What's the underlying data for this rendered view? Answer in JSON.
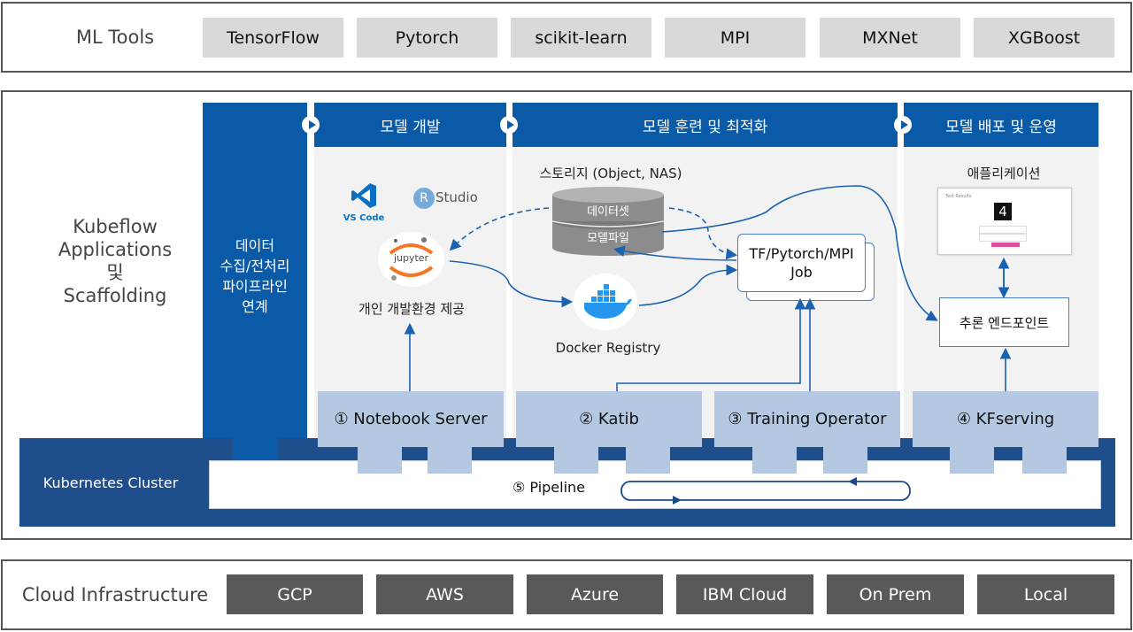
{
  "ml_tools": {
    "label": "ML Tools",
    "items": [
      "TensorFlow",
      "Pytorch",
      "scikit-learn",
      "MPI",
      "MXNet",
      "XGBoost"
    ]
  },
  "kubeflow": {
    "label_lines": [
      "Kubeflow",
      "Applications",
      "및",
      "Scaffolding"
    ],
    "data_pipeline_lines": [
      "데이터",
      "수집/전처리",
      "파이프라인",
      "연계"
    ],
    "columns": {
      "dev": "모델 개발",
      "training": "모델 훈련 및 최적화",
      "deploy": "모델 배포 및 운영"
    },
    "vscode_label": "VS Code",
    "rstudio_label": "Studio",
    "rstudio_letter": "R",
    "jupyter_label": "jupyter",
    "personal_env": "개인 개발환경 제공",
    "storage_title": "스토리지 (Object, NAS)",
    "dataset": "데이터셋",
    "model_file": "모델파일",
    "job_lines": [
      "TF/Pytorch/MPI",
      "Job"
    ],
    "docker_registry": "Docker Registry",
    "application": "애플리케이션",
    "app_mock": {
      "title": "Test Results",
      "digit": "4"
    },
    "inference_endpoint": "추론 엔드포인트",
    "components": [
      "① Notebook Server",
      "② Katib",
      "③ Training Operator",
      "④ KFserving"
    ],
    "k8s_label": "Kubernetes Cluster",
    "pipeline": "⑤ Pipeline"
  },
  "cloud": {
    "label": "Cloud Infrastructure",
    "items": [
      "GCP",
      "AWS",
      "Azure",
      "IBM Cloud",
      "On Prem",
      "Local"
    ]
  },
  "colors": {
    "blue": "#0a5aa8",
    "navy": "#1f4e8c",
    "pale_blue": "#b4c8e1",
    "light_grey": "#d9d9d9",
    "dark_grey": "#595959"
  }
}
